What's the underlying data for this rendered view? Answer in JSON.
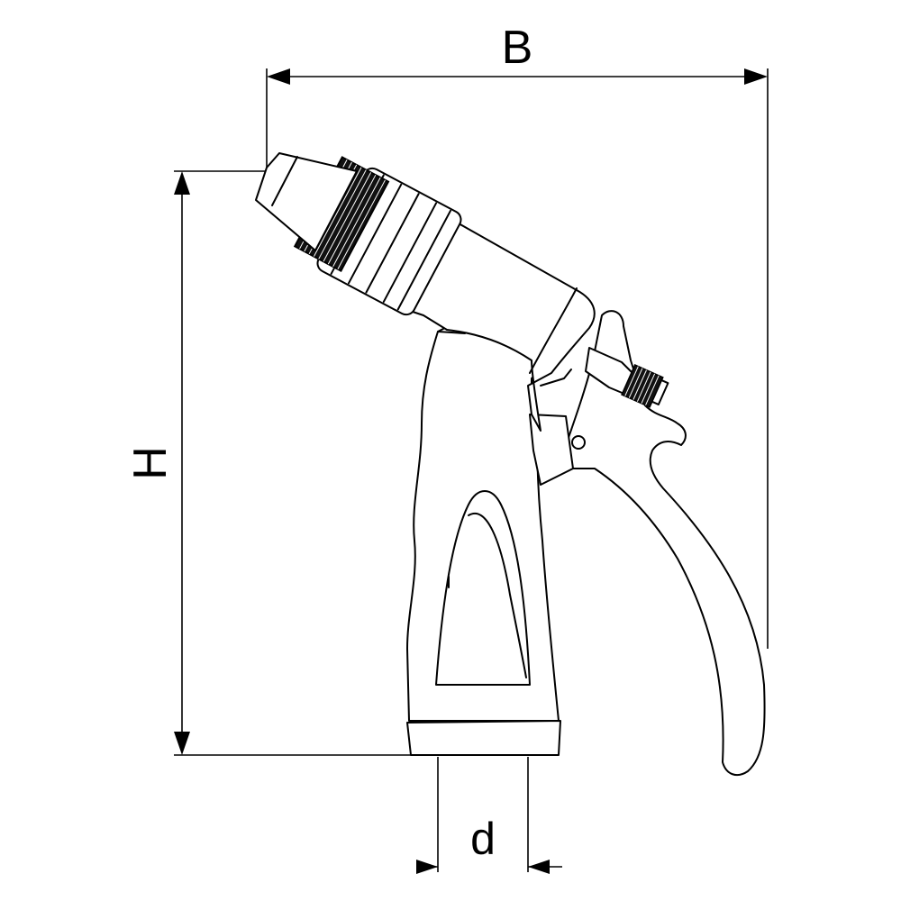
{
  "labels": {
    "width": "B",
    "height": "H",
    "diameter": "d"
  },
  "colors": {
    "line": "#000000",
    "background": "#ffffff"
  }
}
